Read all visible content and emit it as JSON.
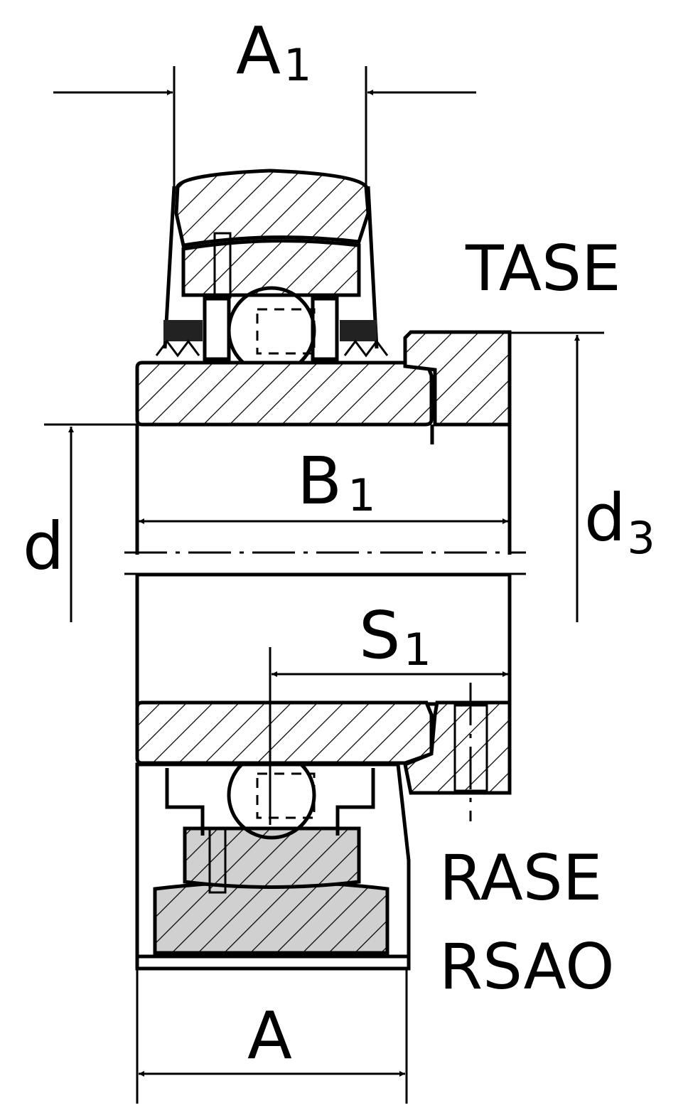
{
  "labels": {
    "A1": {
      "main": "A",
      "sub": "1"
    },
    "B1": {
      "main": "B",
      "sub": "1"
    },
    "S1": {
      "main": "S",
      "sub": "1"
    },
    "d": {
      "main": "d"
    },
    "d3": {
      "main": "d",
      "sub": "3"
    },
    "A": {
      "main": "A"
    }
  },
  "variants": {
    "top": "TASE",
    "bottom_1": "RASE",
    "bottom_2": "RSAO"
  },
  "colors": {
    "line": "#000000",
    "section_fill": "#d0d0d0",
    "background": "#ffffff"
  }
}
